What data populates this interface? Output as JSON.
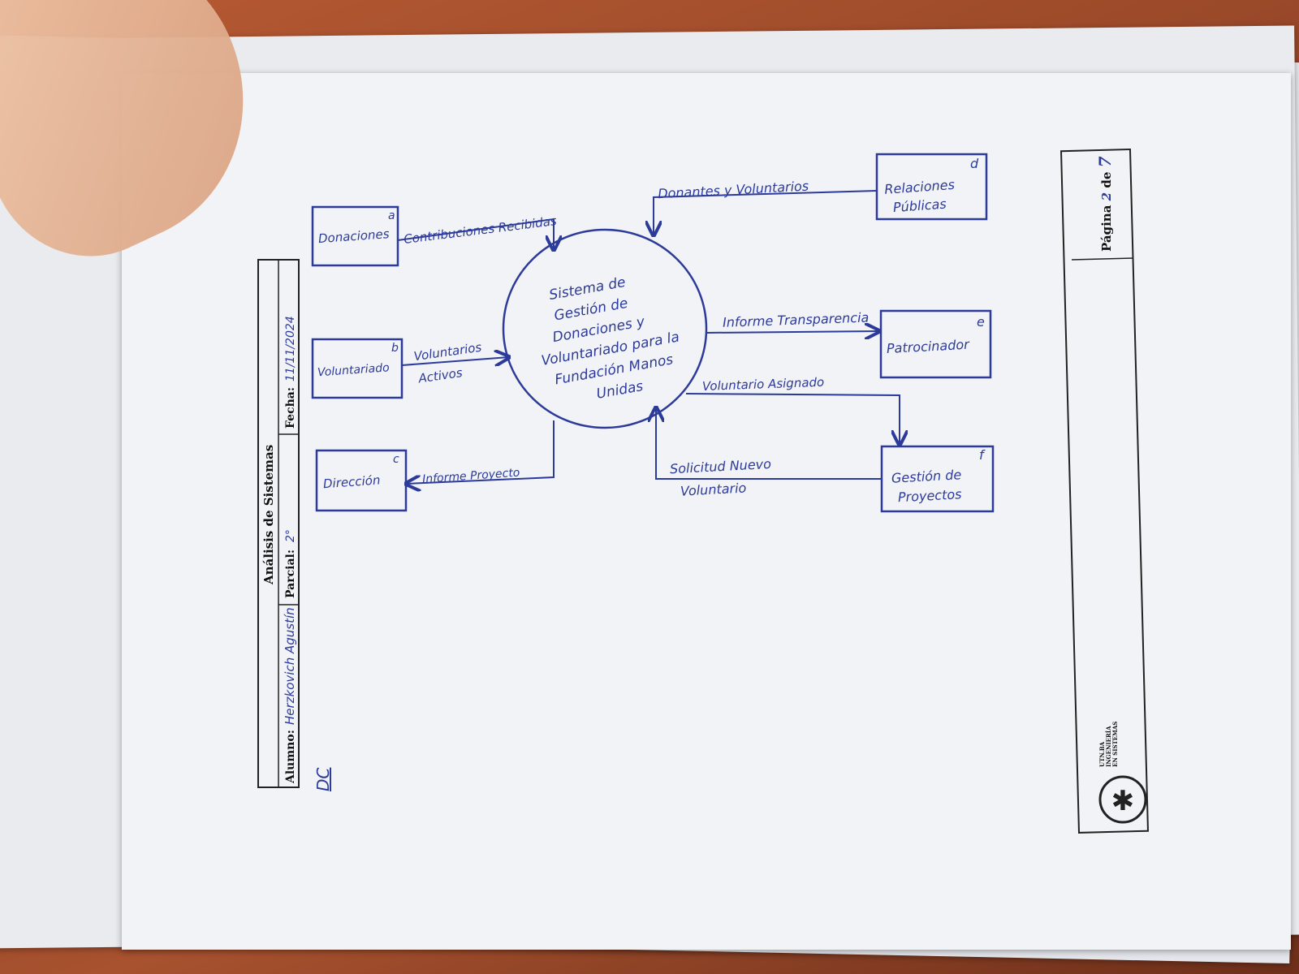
{
  "header": {
    "title": "Análisis de Sistemas",
    "alumno_label": "Alumno:",
    "alumno_value": "Herzkovich Agustín",
    "parcial_label": "Parcial:",
    "parcial_value": "2°",
    "fecha_label": "Fecha:",
    "fecha_value": "11/11/2024",
    "section_label": "DC"
  },
  "diagram": {
    "process": [
      "Sistema de",
      "Gestión de",
      "Donaciones y",
      "Voluntariado para la",
      "Fundación Manos",
      "Unidas"
    ],
    "entities": {
      "a": {
        "letter": "a",
        "name": [
          "Donaciones"
        ]
      },
      "b": {
        "letter": "b",
        "name": [
          "Voluntariado"
        ]
      },
      "c": {
        "letter": "c",
        "name": [
          "Dirección"
        ]
      },
      "d": {
        "letter": "d",
        "name": [
          "Relaciones",
          "Públicas"
        ]
      },
      "e": {
        "letter": "e",
        "name": [
          "Patrocinador"
        ]
      },
      "f": {
        "letter": "f",
        "name": [
          "Gestión de",
          "Proyectos"
        ]
      }
    },
    "flows": {
      "contribuciones": [
        "Contribuciones Recibidas"
      ],
      "voluntarios_activos": [
        "Voluntarios",
        "Activos"
      ],
      "informe_proyecto": [
        "Informe Proyecto"
      ],
      "donantes_voluntarios": [
        "Donantes y Voluntarios"
      ],
      "informe_transparencia": [
        "Informe Transparencia"
      ],
      "voluntario_asignado": [
        "Voluntario Asignado"
      ],
      "solicitud": [
        "Solicitud Nuevo",
        "Voluntario"
      ]
    }
  },
  "footer": {
    "page_label_prefix": "Página",
    "page_number": "2",
    "page_label_mid": "de",
    "page_total": "7",
    "logo_text": [
      "UTN.BA",
      "INGENIERÍA",
      "EN SISTEMAS"
    ]
  },
  "colors": {
    "ink": "#2c3a9a",
    "paper": "#f2f3f6",
    "table": "#9b4a2a"
  }
}
